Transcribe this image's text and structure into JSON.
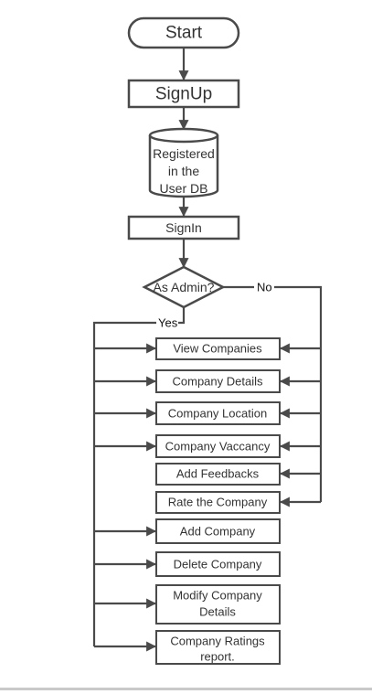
{
  "colors": {
    "stroke": "#4a4a4a",
    "fill": "#ffffff",
    "text": "#333333",
    "divider": "#c9c9c9"
  },
  "nodes": {
    "start": "Start",
    "signup": "SignUp",
    "registered_db": [
      "Registered",
      "in the",
      "User DB"
    ],
    "signin": "SignIn",
    "decision": "As Admin?",
    "view_companies": "View Companies",
    "company_details": "Company Details",
    "company_location": "Company Location",
    "company_vaccancy": "Company Vaccancy",
    "add_feedbacks": "Add Feedbacks",
    "rate_company": "Rate the Company",
    "add_company": "Add Company",
    "delete_company": "Delete Company",
    "modify_company_details": [
      "Modify Company",
      "Details"
    ],
    "ratings_report": [
      "Company Ratings",
      "report."
    ]
  },
  "edge_labels": {
    "yes": "Yes",
    "no": "No"
  }
}
